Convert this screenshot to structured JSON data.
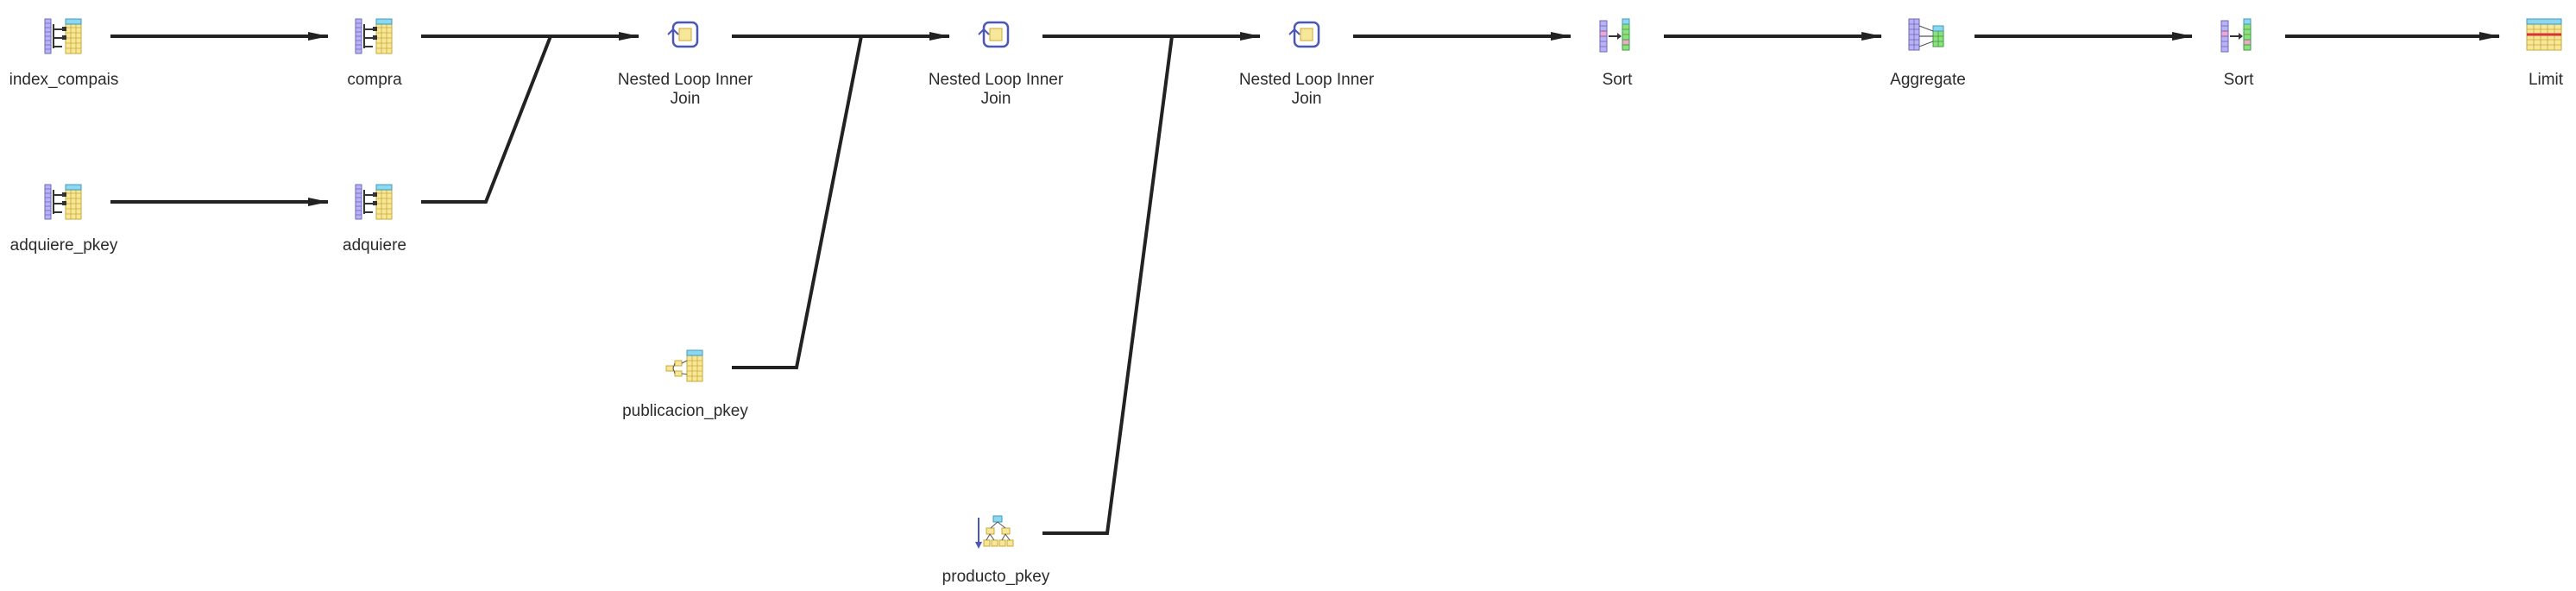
{
  "diagram": {
    "title": "",
    "nodes": [
      {
        "id": "index_compais",
        "label": "index_compais",
        "icon": "index-scan-icon"
      },
      {
        "id": "compra",
        "label": "compra",
        "icon": "index-scan-icon"
      },
      {
        "id": "adquiere_pkey",
        "label": "adquiere_pkey",
        "icon": "index-scan-icon"
      },
      {
        "id": "adquiere",
        "label": "adquiere",
        "icon": "index-scan-icon"
      },
      {
        "id": "nl1",
        "label": "Nested Loop Inner Join",
        "icon": "nested-loop-icon"
      },
      {
        "id": "publicacion_pkey",
        "label": "publicacion_pkey",
        "icon": "bitmap-index-icon"
      },
      {
        "id": "nl2",
        "label": "Nested Loop Inner Join",
        "icon": "nested-loop-icon"
      },
      {
        "id": "producto_pkey",
        "label": "producto_pkey",
        "icon": "index-tree-icon"
      },
      {
        "id": "nl3",
        "label": "Nested Loop Inner Join",
        "icon": "nested-loop-icon"
      },
      {
        "id": "sort1",
        "label": "Sort",
        "icon": "sort-icon"
      },
      {
        "id": "aggregate",
        "label": "Aggregate",
        "icon": "aggregate-icon"
      },
      {
        "id": "sort2",
        "label": "Sort",
        "icon": "sort-icon"
      },
      {
        "id": "limit",
        "label": "Limit",
        "icon": "limit-icon"
      }
    ],
    "edges": [
      {
        "from": "index_compais",
        "to": "compra"
      },
      {
        "from": "adquiere_pkey",
        "to": "adquiere"
      },
      {
        "from": "compra",
        "to": "nl1"
      },
      {
        "from": "adquiere",
        "to": "nl1"
      },
      {
        "from": "nl1",
        "to": "nl2"
      },
      {
        "from": "publicacion_pkey",
        "to": "nl2"
      },
      {
        "from": "nl2",
        "to": "nl3"
      },
      {
        "from": "producto_pkey",
        "to": "nl3"
      },
      {
        "from": "nl3",
        "to": "sort1"
      },
      {
        "from": "sort1",
        "to": "aggregate"
      },
      {
        "from": "aggregate",
        "to": "sort2"
      },
      {
        "from": "sort2",
        "to": "limit"
      }
    ],
    "colors": {
      "edge": "#222222",
      "index_blue": "#b9b3f0",
      "table_yellow": "#f7e79a",
      "header_cyan": "#8fd6ef",
      "loop_blue": "#4a56b8",
      "sort_green": "#8fe07a",
      "sort_pink": "#f2a6c8"
    }
  }
}
